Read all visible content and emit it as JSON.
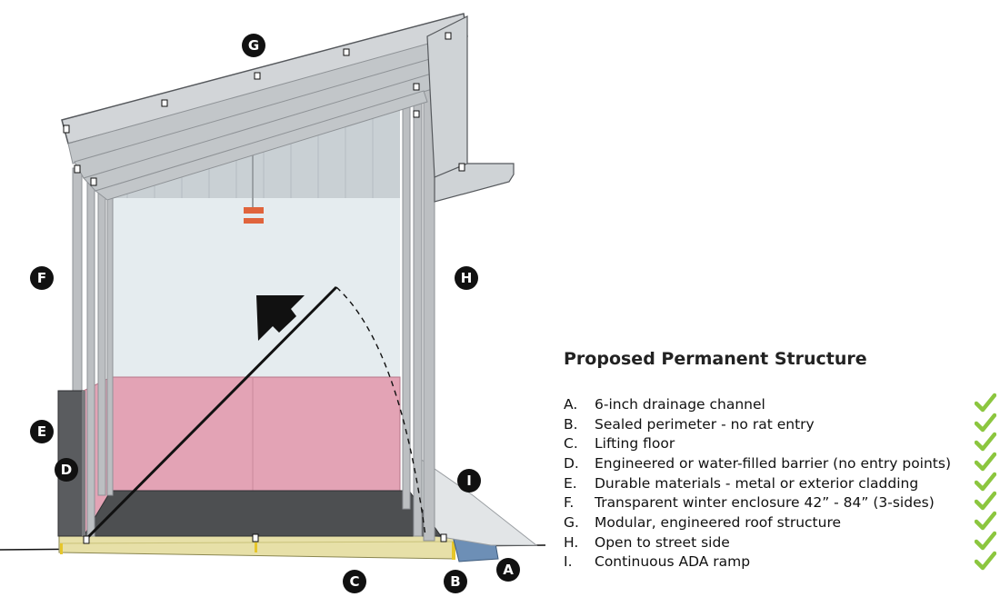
{
  "markers": {
    "A": "A",
    "B": "B",
    "C": "C",
    "D": "D",
    "E": "E",
    "F": "F",
    "G": "G",
    "H": "H",
    "I": "I"
  },
  "legend": {
    "title": "Proposed Permanent Structure",
    "items": [
      {
        "letter": "A.",
        "text": "6-inch drainage channel"
      },
      {
        "letter": "B.",
        "text": "Sealed perimeter - no rat entry"
      },
      {
        "letter": "C.",
        "text": "Lifting floor"
      },
      {
        "letter": "D.",
        "text": "Engineered or water-filled barrier (no entry points)"
      },
      {
        "letter": "E.",
        "text": "Durable materials - metal or exterior cladding"
      },
      {
        "letter": "F.",
        "text": "Transparent winter enclosure 42” - 84” (3-sides)"
      },
      {
        "letter": "G.",
        "text": "Modular, engineered roof structure"
      },
      {
        "letter": "H.",
        "text": "Open to street side"
      },
      {
        "letter": "I.",
        "text": "Continuous ADA ramp"
      }
    ],
    "check_icon": "checkmark-icon",
    "check_color": "#8cc63f"
  },
  "colors": {
    "frame": "#bcbfc2",
    "frame_dark": "#55585c",
    "wall_pink": "#e3a3b5",
    "glass": "#e5ecef",
    "floor": "#4d4f51",
    "base_yellow": "#e7e0a8",
    "barrier": "#5a5c5f",
    "heater": "#e0643c"
  }
}
